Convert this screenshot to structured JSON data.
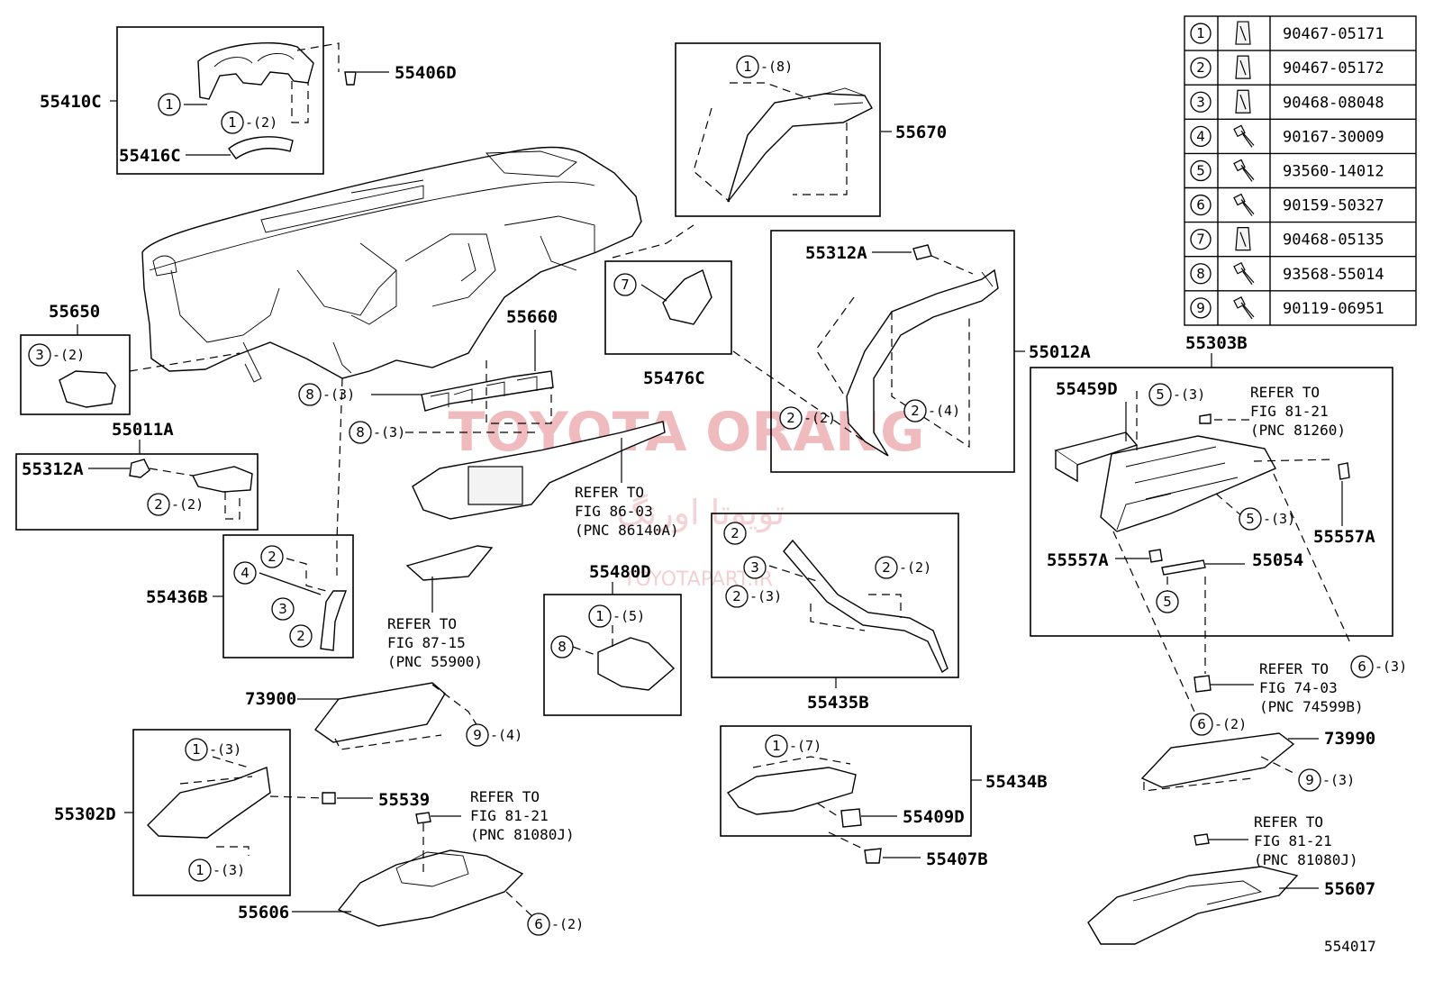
{
  "diagram_id": "554017",
  "watermark": {
    "brand": "TOYOTA ORANG",
    "arabic": "تويوتا اورنگ",
    "url": "TOYOTAPART.IR"
  },
  "fastener_table": [
    {
      "no": "1",
      "part": "90467-05171"
    },
    {
      "no": "2",
      "part": "90467-05172"
    },
    {
      "no": "3",
      "part": "90468-08048"
    },
    {
      "no": "4",
      "part": "90167-30009"
    },
    {
      "no": "5",
      "part": "93560-14012"
    },
    {
      "no": "6",
      "part": "90159-50327"
    },
    {
      "no": "7",
      "part": "90468-05135"
    },
    {
      "no": "8",
      "part": "93568-55014"
    },
    {
      "no": "9",
      "part": "90119-06951"
    }
  ],
  "part_labels": {
    "p55410C": "55410C",
    "p55406D": "55406D",
    "p55416C": "55416C",
    "p55670": "55670",
    "p55312A_top": "55312A",
    "p55012A": "55012A",
    "p55650": "55650",
    "p55660": "55660",
    "p55476C": "55476C",
    "p55011A": "55011A",
    "p55312A_left": "55312A",
    "p55303B": "55303B",
    "p55459D": "55459D",
    "p55557A_right": "55557A",
    "p55557A_mid": "55557A",
    "p55054": "55054",
    "p55436B": "55436B",
    "p55480D": "55480D",
    "p55435B": "55435B",
    "p73900": "73900",
    "p73990": "73990",
    "p55302D": "55302D",
    "p55539": "55539",
    "p55434B": "55434B",
    "p55409D": "55409D",
    "p55407B": "55407B",
    "p55606": "55606",
    "p55607": "55607"
  },
  "callouts": {
    "c55410c_1": {
      "n": "1",
      "q": ""
    },
    "c55410c_1b": {
      "n": "1",
      "q": "-(2)"
    },
    "c55670_1": {
      "n": "1",
      "q": "-(8)"
    },
    "c55650_3": {
      "n": "3",
      "q": "-(2)"
    },
    "c55660_8a": {
      "n": "8",
      "q": "-(3)"
    },
    "c55660_8b": {
      "n": "8",
      "q": "-(3)"
    },
    "c55476c_7": {
      "n": "7",
      "q": ""
    },
    "c55012a_2a": {
      "n": "2",
      "q": "-(2)"
    },
    "c55012a_2b": {
      "n": "2",
      "q": "-(4)"
    },
    "c55011a_2": {
      "n": "2",
      "q": "-(2)"
    },
    "c55303b_5a": {
      "n": "5",
      "q": "-(3)"
    },
    "c55303b_5b": {
      "n": "5",
      "q": "-(3)"
    },
    "c55303b_5c": {
      "n": "5",
      "q": ""
    },
    "c55303b_6": {
      "n": "6",
      "q": "-(3)"
    },
    "c55436b_2a": {
      "n": "2",
      "q": ""
    },
    "c55436b_4": {
      "n": "4",
      "q": ""
    },
    "c55436b_3": {
      "n": "3",
      "q": ""
    },
    "c55436b_2b": {
      "n": "2",
      "q": ""
    },
    "c55480d_1": {
      "n": "1",
      "q": "-(5)"
    },
    "c55480d_8": {
      "n": "8",
      "q": ""
    },
    "c55435b_2a": {
      "n": "2",
      "q": ""
    },
    "c55435b_3": {
      "n": "3",
      "q": ""
    },
    "c55435b_2b": {
      "n": "2",
      "q": "-(3)"
    },
    "c55435b_2c": {
      "n": "2",
      "q": "-(2)"
    },
    "c73900_9": {
      "n": "9",
      "q": "-(4)"
    },
    "c73990_6": {
      "n": "6",
      "q": "-(2)"
    },
    "c73990_9": {
      "n": "9",
      "q": "-(3)"
    },
    "c55302d_1a": {
      "n": "1",
      "q": "-(3)"
    },
    "c55302d_1b": {
      "n": "1",
      "q": "-(3)"
    },
    "c55434b_1": {
      "n": "1",
      "q": "-(7)"
    },
    "c55606_6": {
      "n": "6",
      "q": "-(2)"
    }
  },
  "references": {
    "ref_86_03": [
      "REFER TO",
      "FIG 86-03",
      "(PNC 86140A)"
    ],
    "ref_87_15": [
      "REFER TO",
      "FIG 87-15",
      "(PNC 55900)"
    ],
    "ref_81_21_a": [
      "REFER TO",
      "FIG 81-21",
      "(PNC 81260)"
    ],
    "ref_74_03": [
      "REFER TO",
      "FIG 74-03",
      "(PNC 74599B)"
    ],
    "ref_81_21_b": [
      "REFER TO",
      "FIG 81-21",
      "(PNC 81080J)"
    ],
    "ref_81_21_c": [
      "REFER TO",
      "FIG 81-21",
      "(PNC 81080J)"
    ]
  }
}
